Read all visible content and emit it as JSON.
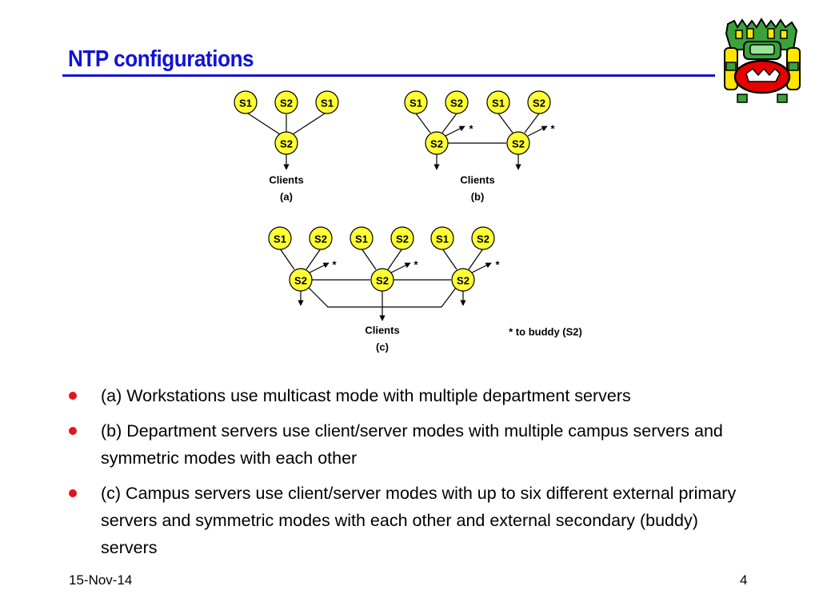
{
  "slide": {
    "title": "NTP configurations",
    "date": "15-Nov-14",
    "page_number": "4"
  },
  "diagram": {
    "a": {
      "top_nodes": [
        "S1",
        "S2",
        "S1"
      ],
      "middle_node": "S2",
      "clients_label": "Clients",
      "caption": "(a)"
    },
    "b": {
      "top_nodes": [
        "S1",
        "S2",
        "S1",
        "S2"
      ],
      "middle_nodes": [
        "S2",
        "S2"
      ],
      "buddy_marks": [
        "*",
        "*"
      ],
      "clients_label": "Clients",
      "caption": "(b)"
    },
    "c": {
      "top_nodes": [
        "S1",
        "S2",
        "S1",
        "S2",
        "S1",
        "S2"
      ],
      "middle_nodes": [
        "S2",
        "S2",
        "S2"
      ],
      "buddy_marks": [
        "*",
        "*",
        "*"
      ],
      "clients_label": "Clients",
      "caption": "(c)",
      "legend": "* to buddy (S2)"
    },
    "colors": {
      "node_fill": "#ffff33",
      "node_stroke": "#000000"
    }
  },
  "bullets": [
    "(a) Workstations use multicast mode with multiple department servers",
    "(b) Department servers use client/server modes with multiple campus servers and symmetric modes with each other",
    "(c) Campus servers use client/server modes with up to six different external primary servers and symmetric modes with each other and external secondary (buddy) servers"
  ],
  "colors": {
    "title": "#1212d6",
    "bullet": "#e1141c"
  },
  "logo": {
    "icon": "mayan-mask-logo"
  }
}
